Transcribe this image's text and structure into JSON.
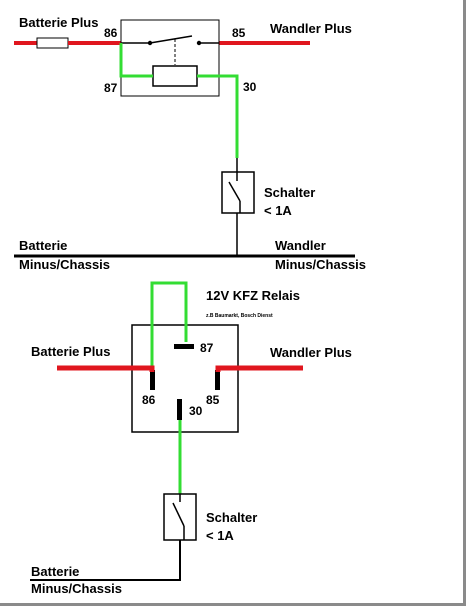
{
  "top": {
    "battery_plus": "Batterie Plus",
    "converter_plus": "Wandler Plus",
    "pin_86": "86",
    "pin_85": "85",
    "pin_87": "87",
    "pin_30": "30",
    "switch_label": "Schalter",
    "switch_current": "< 1A",
    "battery_minus_l1": "Batterie",
    "battery_minus_l2": "Minus/Chassis",
    "converter_minus_l1": "Wandler",
    "converter_minus_l2": "Minus/Chassis"
  },
  "bottom": {
    "relay_title": "12V KFZ Relais",
    "relay_source": "z.B Baumarkt, Bosch Dienst",
    "battery_plus": "Batterie Plus",
    "converter_plus": "Wandler Plus",
    "pin_87": "87",
    "pin_86": "86",
    "pin_85": "85",
    "pin_30": "30",
    "switch_label": "Schalter",
    "switch_current": "< 1A",
    "battery_minus_l1": "Batterie",
    "battery_minus_l2": "Minus/Chassis"
  },
  "colors": {
    "positive_wire": "#e0161e",
    "control_wire": "#33dd33",
    "ground_wire": "#000000"
  }
}
